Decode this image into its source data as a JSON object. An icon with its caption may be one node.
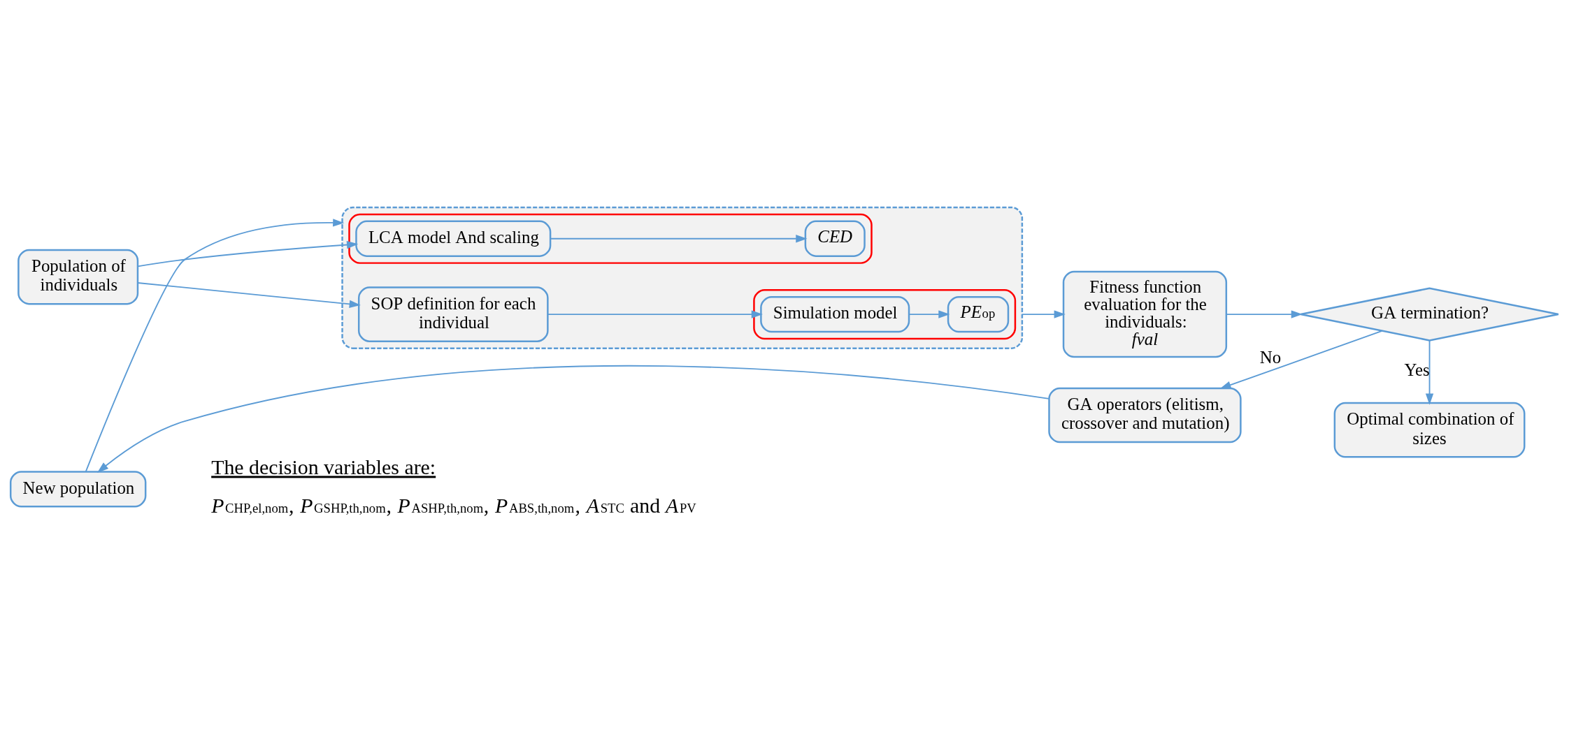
{
  "diagram": {
    "nodes": [
      {
        "text": [
          "Population of individuals"
        ]
      },
      {
        "text": [],
        "shape": "box"
      },
      {
        "text": [],
        "shape": "ellipse",
        "in": 1
      },
      {
        "text": [
          "LCA model And scaling"
        ],
        "in": 2
      },
      {
        "text": [
          "*CED*"
        ],
        "in": 2
      },
      {
        "text": [
          "SOP definition for each individual"
        ],
        "in": 1
      },
      {
        "text": [],
        "shape": "ellipse",
        "in": 1
      },
      {
        "text": [
          "Simulation model"
        ],
        "in": 6
      },
      {
        "text": [
          "*PE*$_{op}$"
        ],
        "in": 6
      },
      {
        "text": [
          "Fitness function evaluation for the individuals:",
          "*fval*"
        ]
      },
      {
        "text": [
          "GA termination?"
        ]
      },
      {
        "text": [
          "GA operators (elitism, crossover and mutation)"
        ]
      },
      {
        "text": [
          "New population"
        ]
      },
      {
        "text": [
          "Optimal combination of sizes"
        ]
      }
    ],
    "edges": [
      {
        "from": 0,
        "to": 3,
        "arrow": "to"
      },
      {
        "from": 0,
        "to": 5,
        "arrow": "to"
      },
      {
        "from": 3,
        "to": 4,
        "arrow": "to"
      },
      {
        "from": 5,
        "to": 7,
        "arrow": "to"
      },
      {
        "from": 7,
        "to": 8,
        "arrow": "to"
      },
      {
        "from": 1,
        "to": 9,
        "arrow": "to"
      },
      {
        "from": 9,
        "to": 10,
        "arrow": "to"
      },
      {
        "from": 10,
        "to": 11,
        "label": "No",
        "arrow": "to"
      },
      {
        "from": 11,
        "to": 12,
        "arrow": "to"
      },
      {
        "from": 12,
        "to": 1,
        "arrow": "to"
      },
      {
        "from": 10,
        "to": 13,
        "label": "Yes",
        "arrow": "to"
      }
    ],
    "labels": [
      "The decision variables are:",
      "*P*$_{CHP,el,nom}$, *P*$_{GSHP,th,nom}$, *P*$_{ASHP,th,nom}$, *P*$_{ABS,th,nom}$, *A*$_{STC}$ and *A*$_{PV}$"
    ]
  }
}
